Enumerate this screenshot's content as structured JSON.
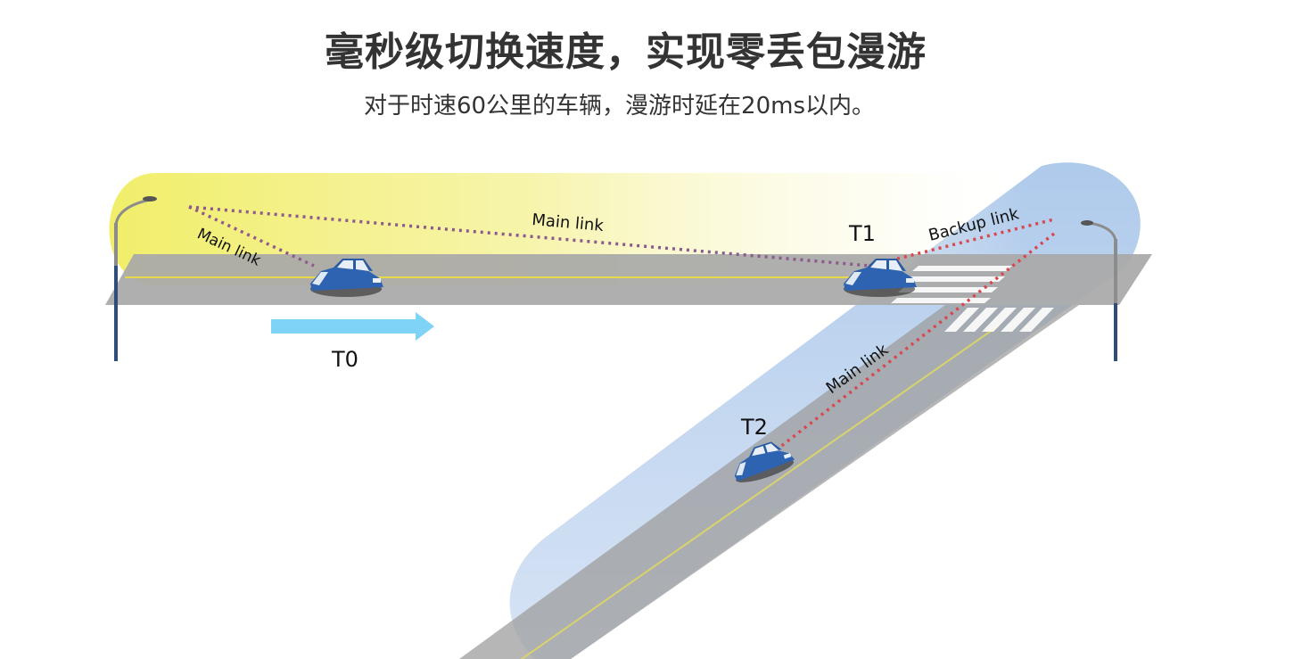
{
  "header": {
    "title": "毫秒级切换速度，实现零丢包漫游",
    "subtitle": "对于时速60公里的车辆，漫游时延在20ms以内。"
  },
  "diagram": {
    "links": {
      "main_link_left": "Main link",
      "main_link_top": "Main link",
      "backup_link": "Backup link",
      "main_link_right": "Main link"
    },
    "positions": {
      "t0": "T0",
      "t1": "T1",
      "t2": "T2"
    },
    "colors": {
      "yellow_coverage": "#f2ef7a",
      "blue_coverage": "#bcd3ee",
      "road": "#a8a8a8",
      "car": "#2d63b0",
      "main_link_line": "#8e5a8e",
      "red_link_line": "#d9474f",
      "direction_arrow": "#7fd3f5",
      "pole": "#2f4d7a"
    }
  }
}
